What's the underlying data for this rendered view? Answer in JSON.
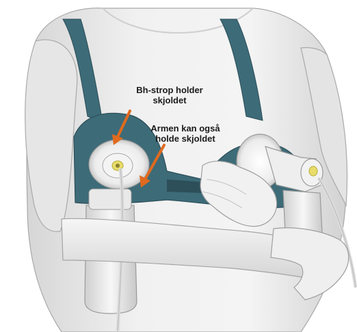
{
  "illustration": {
    "colors": {
      "background": "#ffffff",
      "skin": "#ececec",
      "skin_shadow": "#cfcfcf",
      "outline": "#9a9a9a",
      "bra": "#3d6b78",
      "bra_dark": "#2c4f59",
      "arrow": "#e06a1e",
      "pump_shield": "#f2f2f2",
      "connector_yellow": "#e8dc6a",
      "tube": "#e4e4e4"
    },
    "icons": [
      "arrow-icon"
    ]
  },
  "callouts": [
    {
      "lines": [
        "Bh-strop holder",
        "skjoldet"
      ]
    },
    {
      "lines": [
        "Armen kan også",
        "holde skjoldet"
      ]
    }
  ]
}
